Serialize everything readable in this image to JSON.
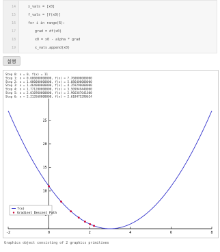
{
  "code": {
    "lines": [
      {
        "num": "14",
        "text": "x_vals = [x0]",
        "indent": 1
      },
      {
        "num": "15",
        "text": "f_vals = [f(x0)]",
        "indent": 1
      },
      {
        "num": "16",
        "text": "for i in range(6):",
        "indent": 1
      },
      {
        "num": "17",
        "text": "grad = df(x0)",
        "indent": 2
      },
      {
        "num": "18",
        "text": "x0 = x0 - alpha * grad",
        "indent": 2
      },
      {
        "num": "19",
        "text": "x_vals.append(x0)",
        "indent": 2
      }
    ]
  },
  "run_button": {
    "label": "실행"
  },
  "output": {
    "log_lines": [
      "Step 0: x = 0, f(x) = 11",
      "Step 1: x = 0.600000000000, f(x) = 7.760000000000",
      "Step 2: x = 1.080000000000, f(x) = 5.686400000000",
      "Step 3: x = 1.464000000000, f(x) = 4.359296000000",
      "Step 4: x = 1.771200000000, f(x) = 3.509949440000",
      "Step 5: x = 2.016960000000, f(x) = 2.966367641600",
      "Step 6: x = 2.213568000000, f(x) = 2.618475290624"
    ],
    "status": "Graphics object consisting of 2 graphics primitives"
  },
  "chart_data": {
    "type": "line",
    "title": "",
    "xlabel": "",
    "ylabel": "",
    "xlim": [
      -2,
      8
    ],
    "ylim": [
      2,
      29
    ],
    "x_ticks": [
      -2,
      0,
      2,
      4,
      6,
      8
    ],
    "y_ticks": [
      5,
      10,
      15,
      20,
      25
    ],
    "series": [
      {
        "name": "f(x)",
        "kind": "curve",
        "color": "#3333cc",
        "function": "(x-3)^2 + 2",
        "domain": [
          -2,
          8
        ]
      },
      {
        "name": "Gradient Descent Path",
        "kind": "points",
        "color": "#cc0033",
        "x": [
          0,
          0.6,
          1.08,
          1.464,
          1.7712,
          2.01696,
          2.213568
        ],
        "y": [
          11,
          7.76,
          5.6864,
          4.359296,
          3.50994944,
          2.9663676416,
          2.618475290624
        ]
      }
    ],
    "legend": {
      "position": "bottom-left",
      "entries": [
        "f(x)",
        "Gradient Descent Path"
      ]
    }
  }
}
